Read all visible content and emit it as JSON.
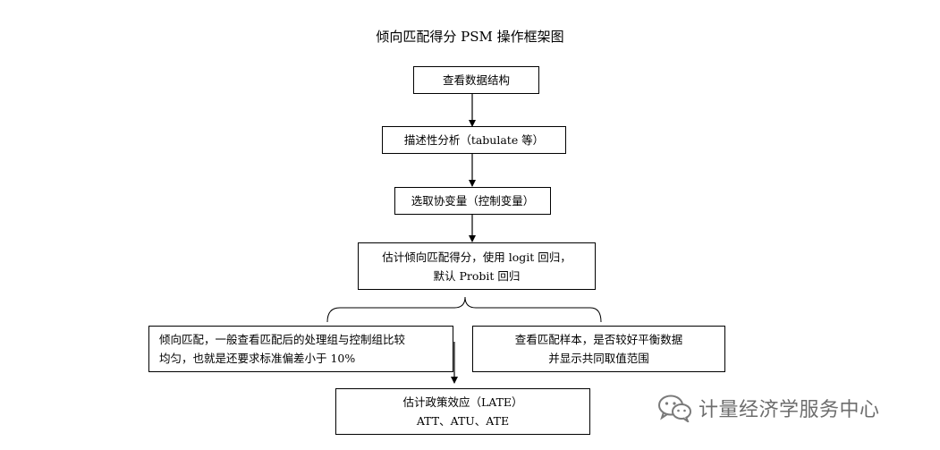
{
  "title": "倾向匹配得分 PSM 操作框架图",
  "steps": {
    "s1": "查看数据结构",
    "s2": "描述性分析（tabulate 等）",
    "s3": "选取协变量（控制变量）",
    "s4_line1": "估计倾向匹配得分，使用 logit 回归，",
    "s4_line2": "默认 Probit 回归",
    "left_line1": "倾向匹配，一般查看匹配后的处理组与控制组比较",
    "left_line2": "均匀，也就是还要求标准偏差小于 10%",
    "right_line1": "查看匹配样本，是否较好平衡数据",
    "right_line2": "并显示共同取值范围",
    "bottom_line1": "估计政策效应（LATE）",
    "bottom_line2": "ATT、ATU、ATE"
  },
  "watermark": {
    "text": "计量经济学服务中心",
    "icon": "wechat-icon"
  }
}
